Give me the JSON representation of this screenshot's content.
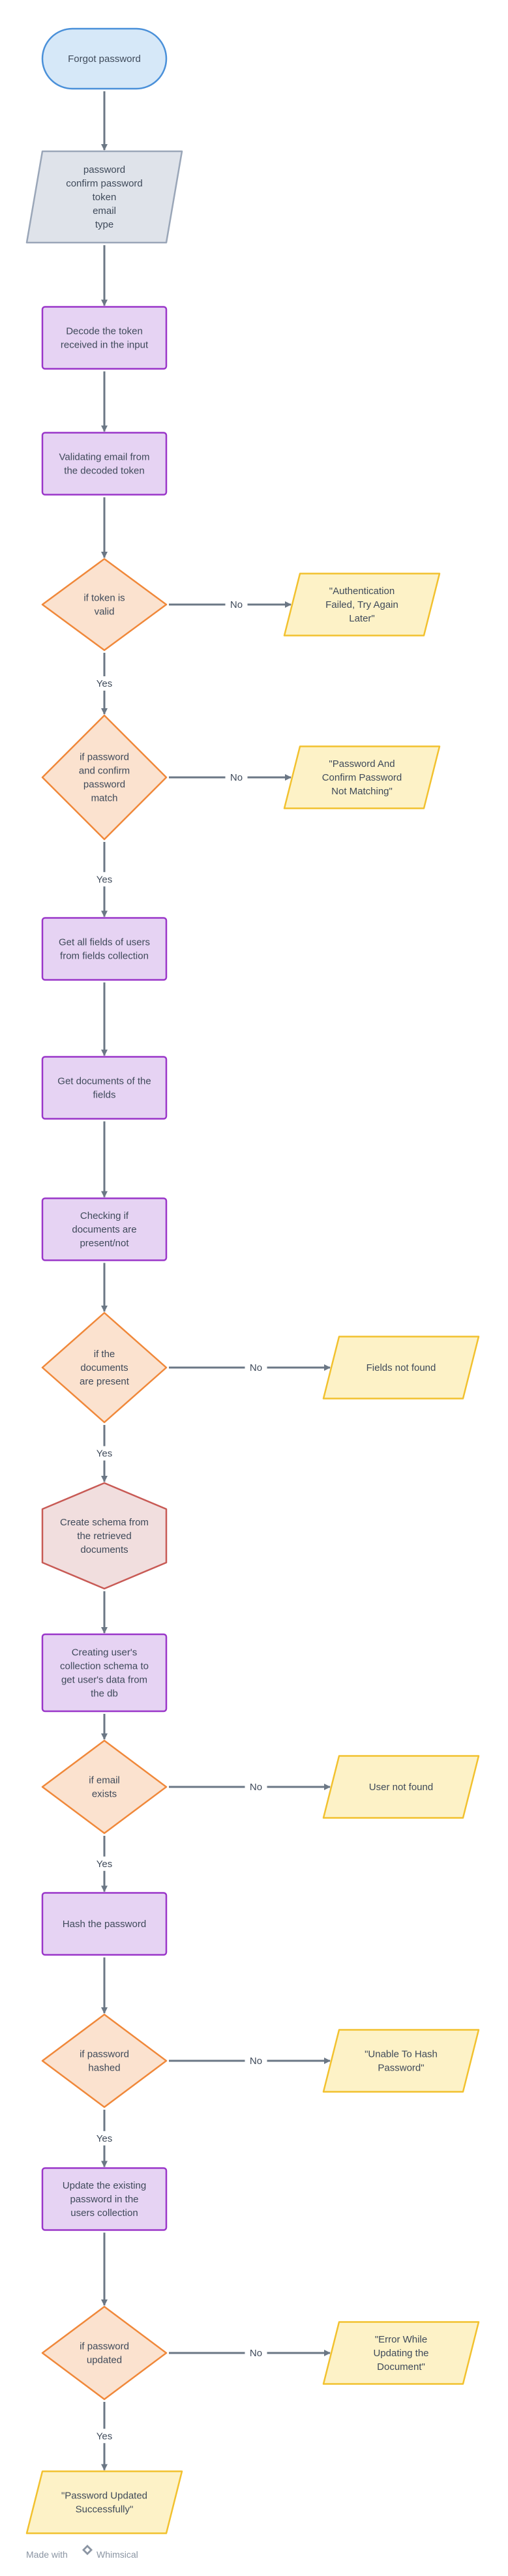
{
  "colors": {
    "terminal_fill": "#d6e8f8",
    "terminal_stroke": "#4a90d9",
    "io_fill": "#dfe3ea",
    "io_stroke": "#9aa6b8",
    "process_fill": "#e6d3f3",
    "process_stroke": "#9a36c9",
    "decision_fill": "#fbe2cf",
    "decision_stroke": "#f0883a",
    "output_fill": "#fdf2c7",
    "output_stroke": "#f2c12e",
    "prep_fill": "#f1dede",
    "prep_stroke": "#c85a55",
    "edge": "#6b7785"
  },
  "nodes": [
    {
      "id": "start",
      "shape": "terminal",
      "lines": [
        "Forgot password"
      ]
    },
    {
      "id": "input",
      "shape": "io",
      "lines": [
        "password",
        "confirm password",
        "token",
        "email",
        "type"
      ]
    },
    {
      "id": "decode",
      "shape": "process",
      "lines": [
        "Decode the token",
        "received in the input"
      ]
    },
    {
      "id": "validate",
      "shape": "process",
      "lines": [
        "Validating email from",
        "the decoded token"
      ]
    },
    {
      "id": "d_token",
      "shape": "decision",
      "lines": [
        "if token is",
        "valid"
      ]
    },
    {
      "id": "o_auth",
      "shape": "output",
      "lines": [
        "\"Authentication",
        "Failed, Try Again",
        "Later\""
      ]
    },
    {
      "id": "d_match",
      "shape": "decision",
      "lines": [
        "if password",
        "and confirm",
        "password",
        "match"
      ]
    },
    {
      "id": "o_match",
      "shape": "output",
      "lines": [
        "\"Password And",
        "Confirm Password",
        "Not Matching\""
      ]
    },
    {
      "id": "fields",
      "shape": "process",
      "lines": [
        "Get all fields of users",
        "from fields collection"
      ]
    },
    {
      "id": "docs",
      "shape": "process",
      "lines": [
        "Get documents of the",
        "fields"
      ]
    },
    {
      "id": "check",
      "shape": "process",
      "lines": [
        "Checking if",
        "documents are",
        "present/not"
      ]
    },
    {
      "id": "d_docs",
      "shape": "decision",
      "lines": [
        "if the",
        "documents",
        "are present"
      ]
    },
    {
      "id": "o_fields",
      "shape": "output",
      "lines": [
        "Fields not found"
      ]
    },
    {
      "id": "schema",
      "shape": "prep",
      "lines": [
        "Create schema from",
        "the retrieved",
        "documents"
      ]
    },
    {
      "id": "usercol",
      "shape": "process",
      "lines": [
        "Creating user's",
        "collection schema to",
        "get user's data from",
        "the db"
      ]
    },
    {
      "id": "d_email",
      "shape": "decision",
      "lines": [
        "if email",
        "exists"
      ]
    },
    {
      "id": "o_user",
      "shape": "output",
      "lines": [
        "User not found"
      ]
    },
    {
      "id": "hash",
      "shape": "process",
      "lines": [
        "Hash the password"
      ]
    },
    {
      "id": "d_hash",
      "shape": "decision",
      "lines": [
        "if password",
        "hashed"
      ]
    },
    {
      "id": "o_hash",
      "shape": "output",
      "lines": [
        "\"Unable To Hash",
        "Password\""
      ]
    },
    {
      "id": "update",
      "shape": "process",
      "lines": [
        "Update the existing",
        "password in the",
        "users collection"
      ]
    },
    {
      "id": "d_upd",
      "shape": "decision",
      "lines": [
        "if password",
        "updated"
      ]
    },
    {
      "id": "o_upd",
      "shape": "output",
      "lines": [
        "\"Error While",
        "Updating the",
        "Document\""
      ]
    },
    {
      "id": "o_done",
      "shape": "output",
      "lines": [
        "\"Password Updated",
        "Successfully\""
      ]
    }
  ],
  "edges": [
    {
      "from": "start",
      "to": "input",
      "label": ""
    },
    {
      "from": "input",
      "to": "decode",
      "label": ""
    },
    {
      "from": "decode",
      "to": "validate",
      "label": ""
    },
    {
      "from": "validate",
      "to": "d_token",
      "label": ""
    },
    {
      "from": "d_token",
      "to": "o_auth",
      "label": "No"
    },
    {
      "from": "d_token",
      "to": "d_match",
      "label": "Yes"
    },
    {
      "from": "d_match",
      "to": "o_match",
      "label": "No"
    },
    {
      "from": "d_match",
      "to": "fields",
      "label": "Yes"
    },
    {
      "from": "fields",
      "to": "docs",
      "label": ""
    },
    {
      "from": "docs",
      "to": "check",
      "label": ""
    },
    {
      "from": "check",
      "to": "d_docs",
      "label": ""
    },
    {
      "from": "d_docs",
      "to": "o_fields",
      "label": "No"
    },
    {
      "from": "d_docs",
      "to": "schema",
      "label": "Yes"
    },
    {
      "from": "schema",
      "to": "usercol",
      "label": ""
    },
    {
      "from": "usercol",
      "to": "d_email",
      "label": ""
    },
    {
      "from": "d_email",
      "to": "o_user",
      "label": "No"
    },
    {
      "from": "d_email",
      "to": "hash",
      "label": "Yes"
    },
    {
      "from": "hash",
      "to": "d_hash",
      "label": ""
    },
    {
      "from": "d_hash",
      "to": "o_hash",
      "label": "No"
    },
    {
      "from": "d_hash",
      "to": "update",
      "label": "Yes"
    },
    {
      "from": "update",
      "to": "d_upd",
      "label": ""
    },
    {
      "from": "d_upd",
      "to": "o_upd",
      "label": "No"
    },
    {
      "from": "d_upd",
      "to": "o_done",
      "label": "Yes"
    }
  ],
  "footer": {
    "made_with": "Made with",
    "brand": "Whimsical"
  }
}
